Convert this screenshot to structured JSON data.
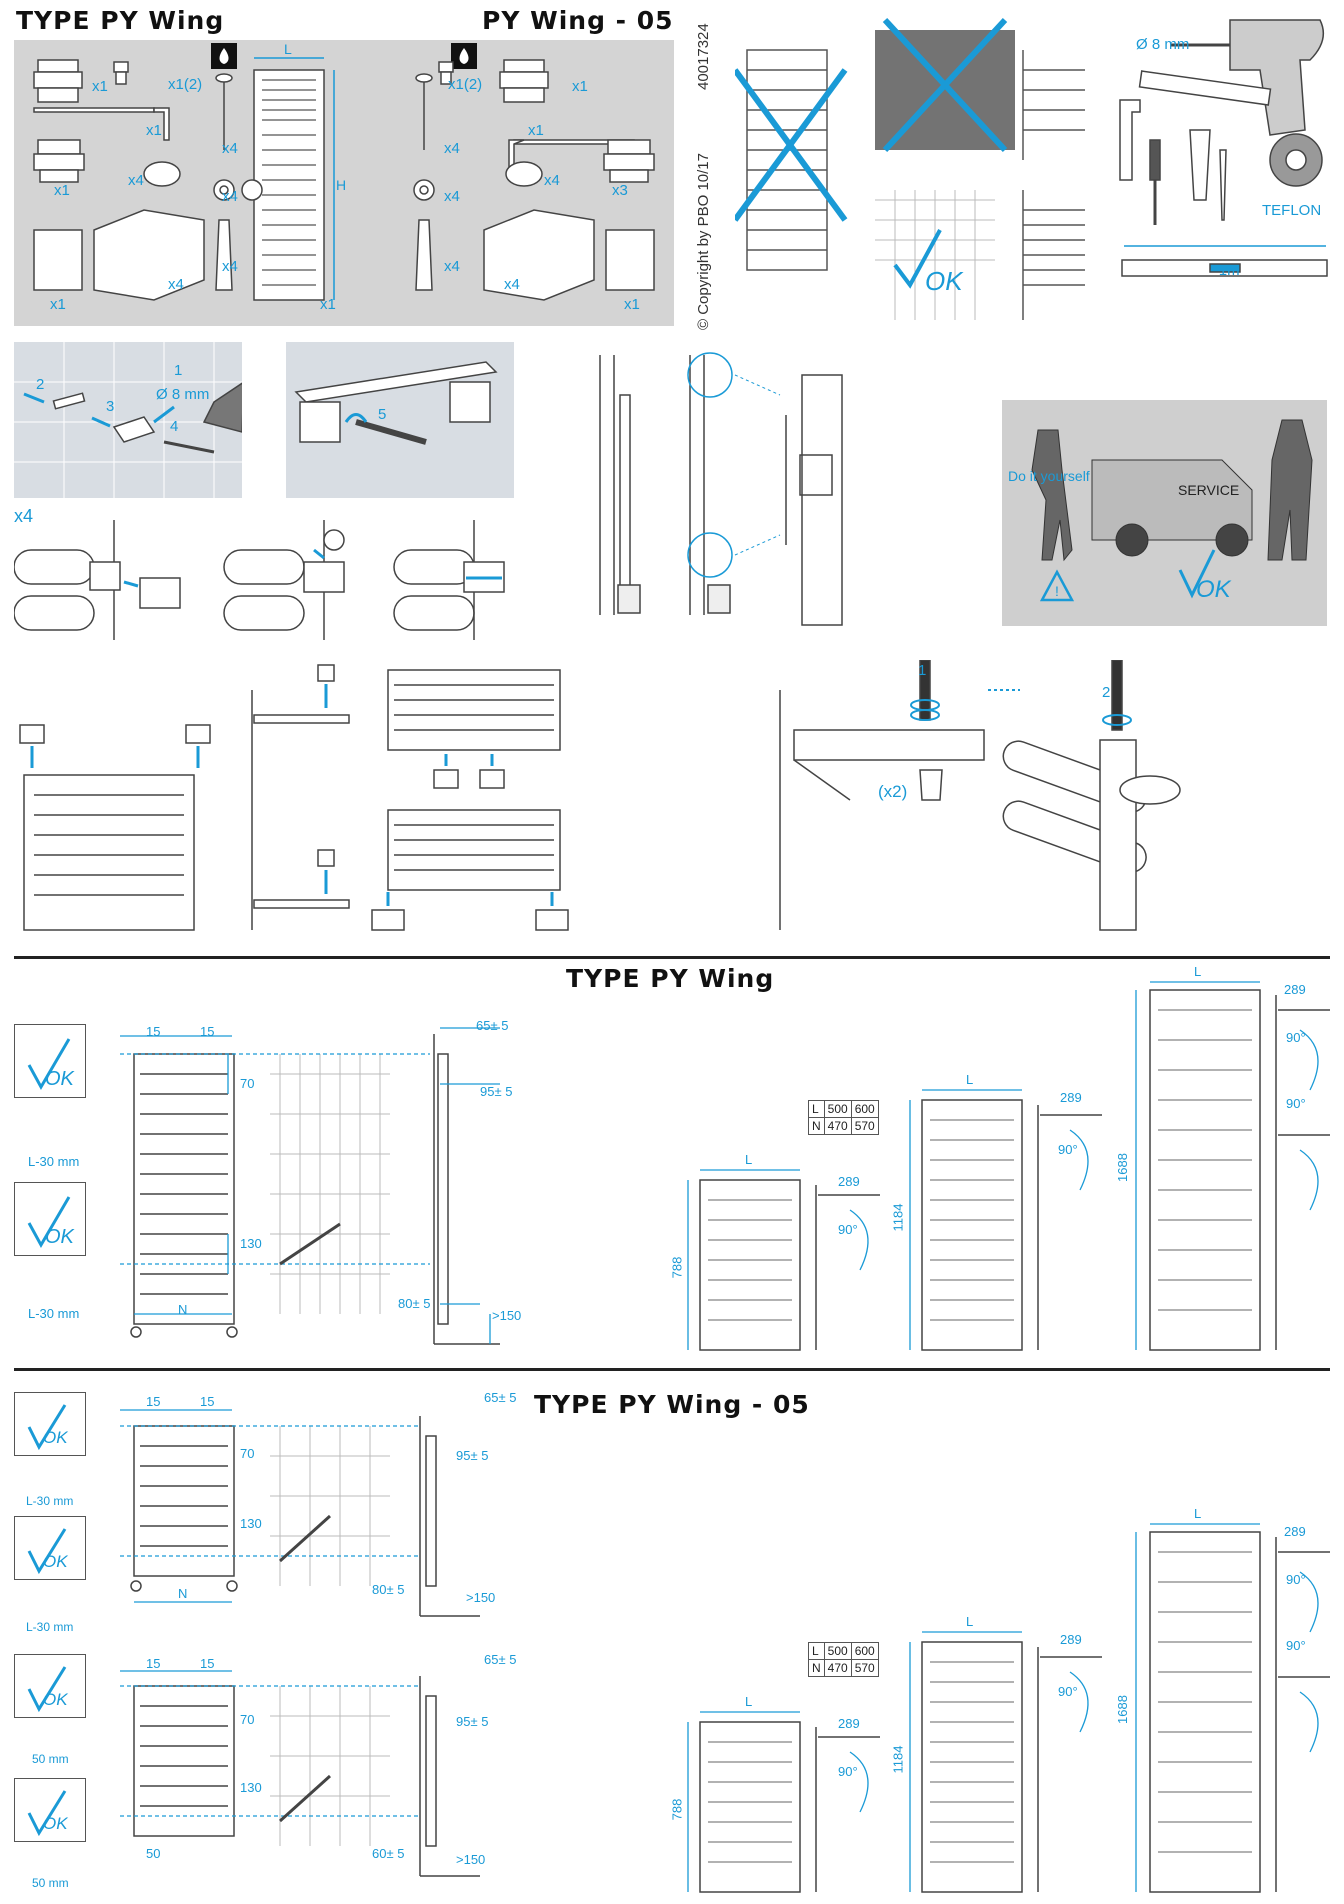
{
  "header": {
    "left_title": "TYPE  PY Wing",
    "right_title": "PY Wing - 05",
    "copyright": "© Copyright by PBO 10/17",
    "code": "40017324"
  },
  "parts": {
    "dim_l": "L",
    "dim_h": "H",
    "qty": {
      "x1": "x1",
      "x1_2": "x1(2)",
      "x4": "x4",
      "x3": "x3"
    }
  },
  "tools": {
    "drill": "Ø 8 mm",
    "teflon": "TEFLON",
    "level": "~1m"
  },
  "install": {
    "x4": "x4",
    "steps": [
      "1",
      "2",
      "3",
      "4",
      "5"
    ],
    "drill": "Ø 8 mm",
    "x2": "(x2)"
  },
  "service": {
    "diy": "Do it yourself",
    "van": "SERVICE",
    "ok": "OK"
  },
  "section1": {
    "title": "TYPE PY Wing",
    "ok_label_1": "L-30 mm",
    "ok_label_2": "L-30 mm",
    "dims": {
      "d15a": "15",
      "d15b": "15",
      "d70": "70",
      "d130": "130",
      "N": "N",
      "d65": "65± 5",
      "d95": "95± 5",
      "d80": "80± 5",
      "d150": ">150"
    }
  },
  "section2": {
    "title": "TYPE PY Wing - 05",
    "ok_labels": [
      "L-30 mm",
      "L-30 mm",
      "50 mm",
      "50 mm"
    ],
    "dims": {
      "d15a": "15",
      "d15b": "15",
      "d70": "70",
      "d130": "130",
      "N": "N",
      "d65": "65± 5",
      "d95": "95± 5",
      "d80": "80± 5",
      "d150": ">150",
      "d50": "50",
      "d60": "60± 5"
    }
  },
  "size_table": {
    "rows": [
      [
        "L",
        "500",
        "600"
      ],
      [
        "N",
        "470",
        "570"
      ]
    ]
  },
  "sizes": {
    "h788": "788",
    "h1184": "1184",
    "h1688": "1688",
    "depth": "289",
    "angle": "90°",
    "L": "L"
  }
}
